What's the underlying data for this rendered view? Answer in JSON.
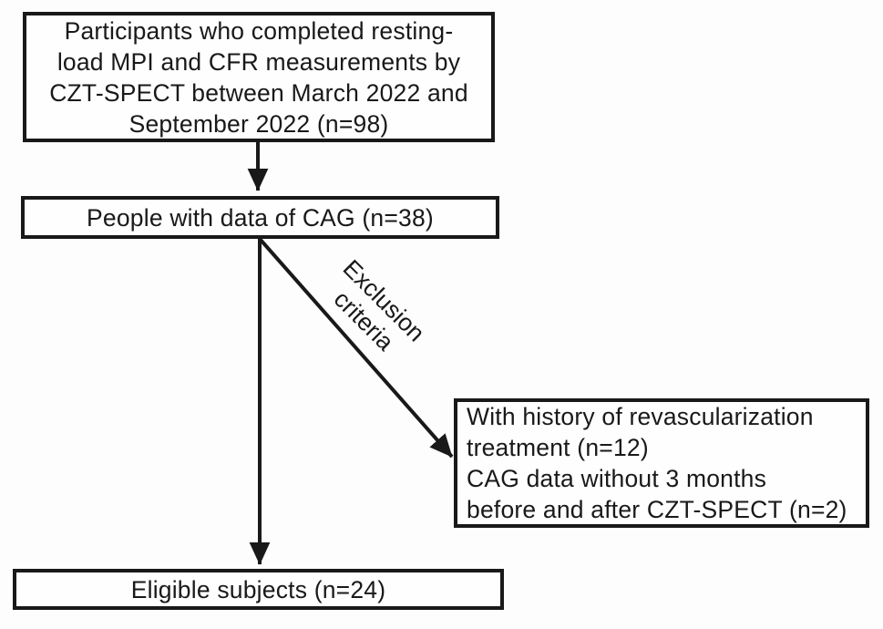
{
  "colors": {
    "ink": "#191919",
    "paper": "#fdfdfd",
    "box-fill": "#fefefe"
  },
  "flowchart": {
    "boxes": {
      "participants": [
        "Participants who completed resting-",
        "load MPI and CFR measurements by",
        "CZT-SPECT between March 2022 and",
        "September 2022 (n=98)"
      ],
      "cag": [
        "People with data of CAG (n=38)"
      ],
      "exclusion_details": [
        "With history of revascularization",
        "treatment (n=12)",
        "CAG data without 3 months",
        "before and after CZT-SPECT (n=2)"
      ],
      "eligible": [
        "Eligible subjects (n=24)"
      ]
    },
    "edge_label": [
      "Exclusion",
      "criteria"
    ],
    "counts": {
      "screened": 98,
      "with_cag_data": 38,
      "excluded_revascularization_history": 12,
      "excluded_cag_timing": 2,
      "eligible": 24
    }
  }
}
